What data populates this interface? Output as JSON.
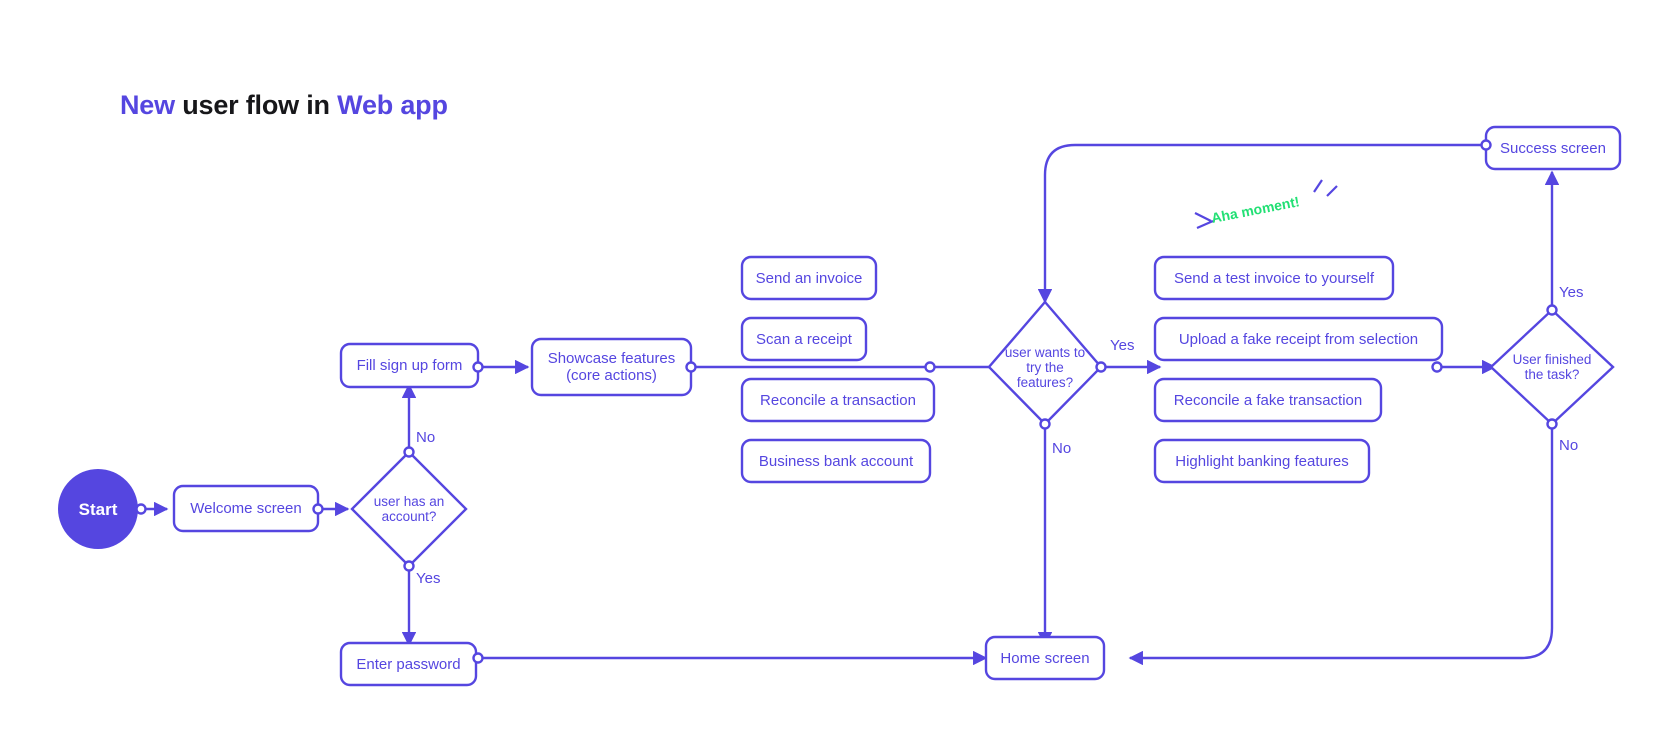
{
  "title": {
    "part1": "New",
    "part2": " user flow in ",
    "part3": "Web app"
  },
  "colors": {
    "accent": "#5546e0",
    "node_stroke": "#5546e0",
    "node_fill": "#ffffff",
    "text": "#5546e0",
    "title_dark": "#17171a",
    "aha": "#22e074",
    "background": "#ffffff"
  },
  "annotations": [
    {
      "id": "aha-moment",
      "text": "Aha moment!",
      "color": "#22e074"
    }
  ],
  "nodes": [
    {
      "id": "start",
      "type": "circle",
      "label": "Start"
    },
    {
      "id": "welcome-screen",
      "type": "rect",
      "label": "Welcome screen"
    },
    {
      "id": "has-account",
      "type": "diamond",
      "label": "user has an account?"
    },
    {
      "id": "enter-password",
      "type": "rect",
      "label": "Enter password"
    },
    {
      "id": "fill-sign-up-form",
      "type": "rect",
      "label": "Fill sign up form"
    },
    {
      "id": "showcase-features",
      "type": "rect",
      "label": "Showcase features (core actions)"
    },
    {
      "id": "send-an-invoice",
      "type": "rect",
      "label": "Send an invoice"
    },
    {
      "id": "scan-a-receipt",
      "type": "rect",
      "label": "Scan a receipt"
    },
    {
      "id": "reconcile-a-transaction",
      "type": "rect",
      "label": "Reconcile a transaction"
    },
    {
      "id": "business-bank-account",
      "type": "rect",
      "label": "Business bank account"
    },
    {
      "id": "wants-features",
      "type": "diamond",
      "label": "user wants to try the features?"
    },
    {
      "id": "send-test-invoice",
      "type": "rect",
      "label": "Send a test invoice to yourself"
    },
    {
      "id": "upload-fake-receipt",
      "type": "rect",
      "label": "Upload a fake receipt from selection"
    },
    {
      "id": "reconcile-fake-transaction",
      "type": "rect",
      "label": "Reconcile a fake transaction"
    },
    {
      "id": "highlight-banking-features",
      "type": "rect",
      "label": "Highlight banking features"
    },
    {
      "id": "user-finished-task",
      "type": "diamond",
      "label": "User finished the task?"
    },
    {
      "id": "success-screen",
      "type": "rect",
      "label": "Success screen"
    },
    {
      "id": "home-screen",
      "type": "rect",
      "label": "Home screen"
    }
  ],
  "edges": [
    {
      "from": "start",
      "to": "welcome-screen",
      "label": ""
    },
    {
      "from": "welcome-screen",
      "to": "has-account",
      "label": ""
    },
    {
      "from": "has-account",
      "to": "fill-sign-up-form",
      "label": "No"
    },
    {
      "from": "has-account",
      "to": "enter-password",
      "label": "Yes"
    },
    {
      "from": "fill-sign-up-form",
      "to": "showcase-features",
      "label": ""
    },
    {
      "from": "showcase-features",
      "to": "wants-features",
      "label": ""
    },
    {
      "from": "wants-features",
      "to": "send-test-invoice",
      "label": "Yes"
    },
    {
      "from": "wants-features",
      "to": "home-screen",
      "label": "No"
    },
    {
      "from": "enter-password",
      "to": "home-screen",
      "label": ""
    },
    {
      "from": "upload-fake-receipt",
      "to": "user-finished-task",
      "label": ""
    },
    {
      "from": "user-finished-task",
      "to": "success-screen",
      "label": "Yes"
    },
    {
      "from": "user-finished-task",
      "to": "home-screen",
      "label": "No"
    },
    {
      "from": "success-screen",
      "to": "wants-features",
      "label": ""
    }
  ],
  "edge_labels": {
    "has_account_no": "No",
    "has_account_yes": "Yes",
    "wants_features_yes": "Yes",
    "wants_features_no": "No",
    "finished_yes": "Yes",
    "finished_no": "No"
  }
}
